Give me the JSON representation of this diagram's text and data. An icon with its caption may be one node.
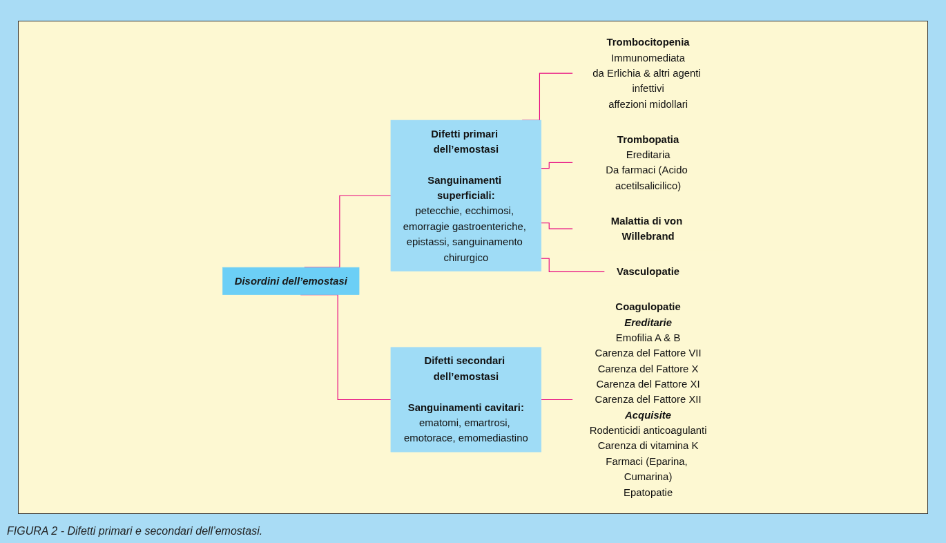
{
  "diagram": {
    "caption": "FIGURA 2 - Difetti primari e secondari dell’emostasi.",
    "nodes": [
      {
        "text": [
          "Disordini dell’emostasi"
        ]
      },
      {
        "text": [
          "Difetti primari dell’emostasi",
          "Sanguinamenti superficiali:",
          "petecchie, ecchimosi, emorragie gastroenteriche, epistassi, sanguinamento chirurgico"
        ]
      },
      {
        "text": [
          "Difetti secondari dell’emostasi",
          "Sanguinamenti cavitari:",
          "ematomi, emartrosi, emotorace, emomediastino"
        ]
      },
      {
        "text": [
          "Trombocitopenia",
          "Immunomediata",
          "da Erlichia & altri agenti infettivi",
          "affezioni midollari"
        ]
      },
      {
        "text": [
          "Trombopatia",
          "Ereditaria",
          "Da farmaci (Acido acetilsalicilico)"
        ]
      },
      {
        "text": [
          "Malattia di von Willebrand"
        ]
      },
      {
        "text": [
          "Vasculopatie"
        ]
      },
      {
        "text": [
          "Coagulopatie",
          "Ereditarie",
          "Emofilia A & B",
          "Carenza del Fattore VII",
          "Carenza del Fattore X",
          "Carenza del Fattore XI",
          "Carenza del Fattore XII",
          "Acquisite",
          "Rodenticidi anticoagulanti",
          "Carenza di vitamina K",
          "Farmaci (Eparina, Cumarina)",
          "Epatopatie"
        ]
      }
    ],
    "edges": [
      {
        "from": 0,
        "to": 1,
        "arrow": "none"
      },
      {
        "from": 0,
        "to": 2,
        "arrow": "none"
      },
      {
        "from": 1,
        "to": 3,
        "arrow": "none"
      },
      {
        "from": 1,
        "to": 4,
        "arrow": "none"
      },
      {
        "from": 1,
        "to": 5,
        "arrow": "none"
      },
      {
        "from": 1,
        "to": 6,
        "arrow": "none"
      },
      {
        "from": 2,
        "to": 7,
        "arrow": "none"
      }
    ]
  }
}
